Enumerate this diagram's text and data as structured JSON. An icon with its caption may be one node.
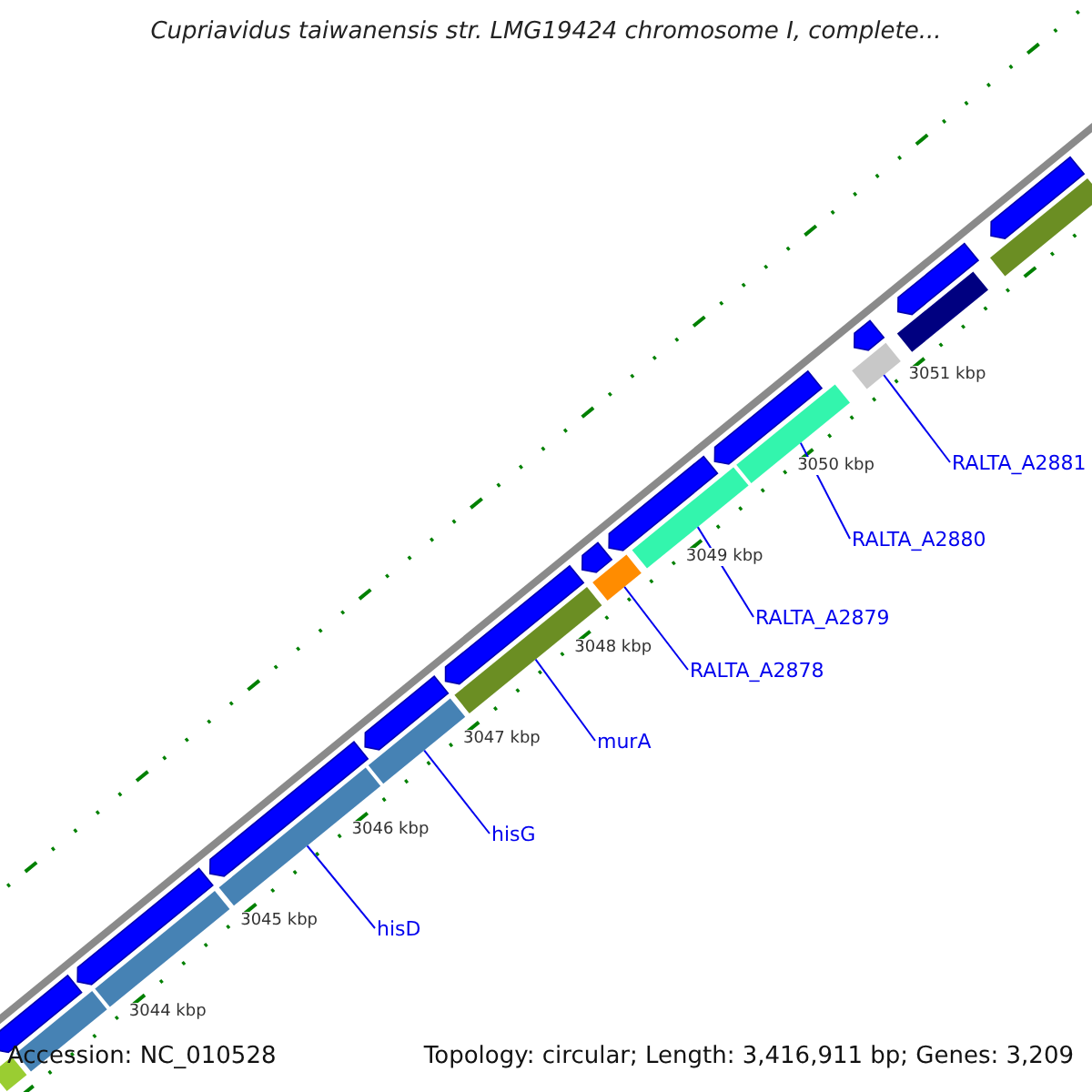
{
  "diagram": {
    "title": "Cupriavidus taiwanensis str. LMG19424 chromosome I, complete...",
    "nodes": [
      {
        "text": [
          "hisD"
        ]
      },
      {
        "text": [
          "hisG"
        ]
      },
      {
        "text": [
          "murA"
        ]
      },
      {
        "text": [
          "RALTA_A2878"
        ]
      },
      {
        "text": [
          "RALTA_A2879"
        ]
      },
      {
        "text": [
          "RALTA_A2880"
        ]
      },
      {
        "text": [
          "RALTA_A2881"
        ]
      },
      {
        "text": [],
        "shape": "arrow"
      },
      {
        "text": [],
        "shape": "bar"
      },
      {
        "text": [],
        "shape": "bar"
      },
      {
        "text": [],
        "shape": "arrow"
      },
      {
        "text": [],
        "shape": "bar"
      },
      {
        "text": [],
        "shape": "bar"
      },
      {
        "text": [],
        "shape": "arrow"
      },
      {
        "text": [],
        "shape": "bar"
      },
      {
        "text": [],
        "shape": "arrow"
      },
      {
        "text": [],
        "shape": "bar"
      },
      {
        "text": [],
        "shape": "arrow"
      },
      {
        "text": [],
        "shape": "bar"
      },
      {
        "text": [],
        "shape": "arrow"
      },
      {
        "text": [],
        "shape": "arrow"
      },
      {
        "text": [],
        "shape": "bar"
      },
      {
        "text": [],
        "shape": "arrow"
      },
      {
        "text": [],
        "shape": "bar"
      },
      {
        "text": [],
        "shape": "bar"
      },
      {
        "text": [],
        "shape": "arrow"
      },
      {
        "text": [],
        "shape": "bar"
      },
      {
        "text": [],
        "shape": "arrow"
      },
      {
        "text": [],
        "shape": "bar"
      },
      {
        "text": [],
        "shape": "arrow"
      }
    ],
    "edges": [
      {
        "from": 0,
        "to": 12,
        "arrow": "none"
      },
      {
        "from": 1,
        "to": 14,
        "arrow": "none"
      },
      {
        "from": 2,
        "to": 16,
        "arrow": "none"
      },
      {
        "from": 3,
        "to": 18,
        "arrow": "none"
      },
      {
        "from": 4,
        "to": 21,
        "arrow": "none"
      },
      {
        "from": 5,
        "to": 23,
        "arrow": "none"
      },
      {
        "from": 6,
        "to": 24,
        "arrow": "none"
      }
    ],
    "labels": [
      "3051 kbp",
      "3050 kbp",
      "3049 kbp",
      "3048 kbp",
      "3047 kbp",
      "3046 kbp",
      "3045 kbp",
      "3044 kbp",
      "Accession: NC_010528",
      "Topology: circular; Length: 3,416,911 bp; Genes: 3,209"
    ]
  }
}
